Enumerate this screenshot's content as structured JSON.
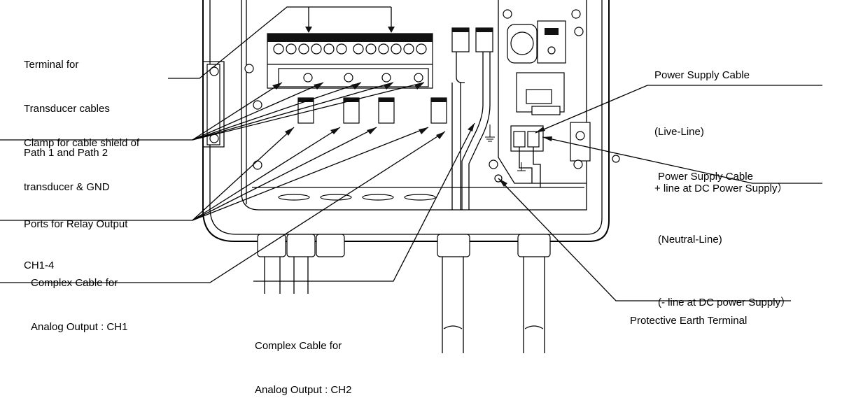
{
  "labels": {
    "terminal_transducer": [
      "Terminal for",
      "Transducer cables",
      "Path 1 and Path 2"
    ],
    "clamp_shield": [
      "Clamp for cable shield of",
      "transducer & GND"
    ],
    "relay_ports": [
      "Ports for Relay Output",
      "CH1-4"
    ],
    "analog_ch1": [
      "Complex Cable for",
      "Analog Output : CH1"
    ],
    "analog_ch2": [
      "Complex Cable for",
      "Analog Output : CH2"
    ],
    "power_live": [
      "Power Supply Cable",
      "(Live-Line)",
      "+ line at DC Power Supply）"
    ],
    "power_neutral": [
      "Power Supply Cable",
      "(Neutral-Line)",
      "(- line at DC power Supply）"
    ],
    "protective_earth": [
      "Protective Earth Terminal"
    ]
  },
  "colors": {
    "line": "#000000",
    "background": "#ffffff",
    "panel": "#e9e9e9"
  }
}
